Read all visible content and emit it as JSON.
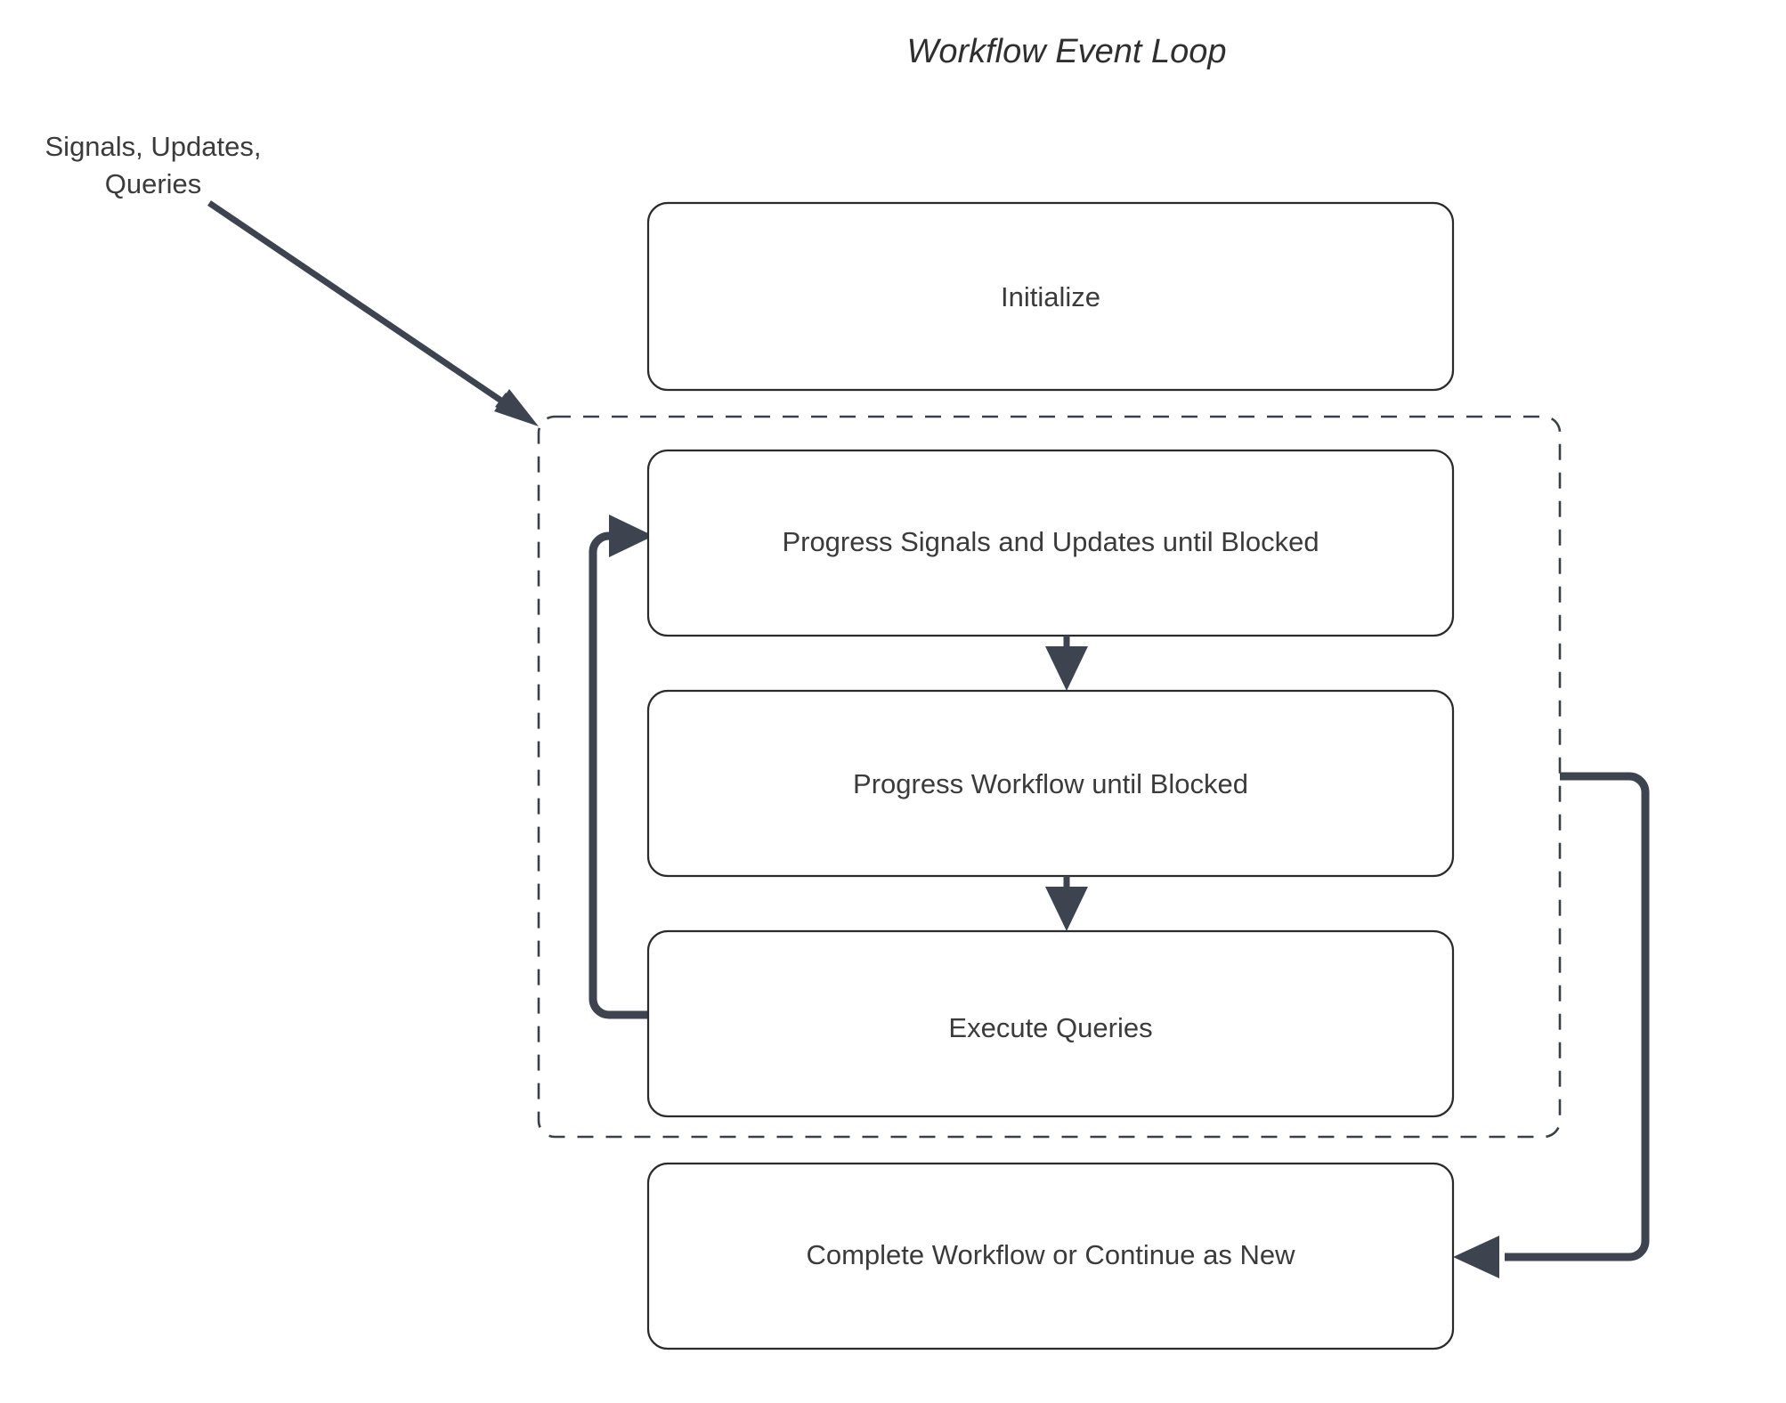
{
  "diagram": {
    "title": "Workflow Event Loop",
    "type": "flowchart",
    "background_color": "#ffffff",
    "line_color": "#3d4450",
    "box_border_color": "#2b2b2b",
    "text_color": "#3b3b3b"
  },
  "nodes": {
    "initialize": {
      "label": "Initialize"
    },
    "progress_signals": {
      "label": "Progress Signals and Updates until Blocked"
    },
    "progress_workflow": {
      "label": "Progress Workflow until Blocked"
    },
    "execute_queries": {
      "label": "Execute Queries"
    },
    "complete_workflow": {
      "label": "Complete Workflow or Continue as New"
    }
  },
  "edge_labels": {
    "inbound_line1": "Signals, Updates,",
    "inbound_line2": "Queries"
  },
  "group": {
    "name": "event-loop-group",
    "style": "dashed"
  }
}
